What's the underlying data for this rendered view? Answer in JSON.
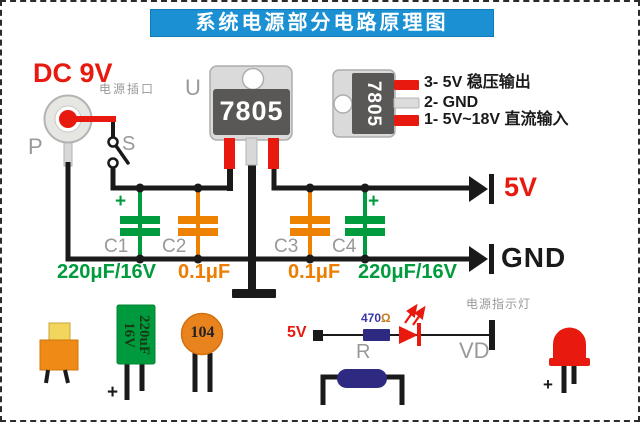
{
  "title": "系统电源部分电路原理图",
  "power_input": {
    "voltage_label": "DC 9V",
    "socket_label": "电源插口",
    "plug_ref": "P",
    "switch_ref": "S"
  },
  "regulator": {
    "ref": "U",
    "part_number": "7805"
  },
  "pinout": {
    "part_number": "7805",
    "pin3": "3- 5V 稳压输出",
    "pin2": "2- GND",
    "pin1": "1- 5V~18V 直流输入"
  },
  "capacitors": [
    {
      "ref": "C1",
      "value": "220μF/16V",
      "plus": "+"
    },
    {
      "ref": "C2",
      "value": "0.1μF"
    },
    {
      "ref": "C3",
      "value": "0.1μF"
    },
    {
      "ref": "C4",
      "value": "220μF/16V",
      "plus": "+"
    }
  ],
  "outputs": {
    "v5": "5V",
    "gnd": "GND"
  },
  "indicator": {
    "supply": "5V",
    "resistor_value": "470",
    "ohm_symbol": "Ω",
    "resistor_ref": "R",
    "led_ref": "VD",
    "caption": "电源指示灯"
  },
  "photos": {
    "electrolytic_value": "220uF",
    "electrolytic_voltage": "16V",
    "electrolytic_plus": "+",
    "disc_code": "104",
    "led_plus": "+"
  },
  "colors": {
    "accent_blue": "#1b90d2",
    "red": "#e8190f",
    "green": "#009b3c",
    "orange": "#ec8200",
    "navy": "#2e2a82",
    "gray_label": "#999999"
  }
}
